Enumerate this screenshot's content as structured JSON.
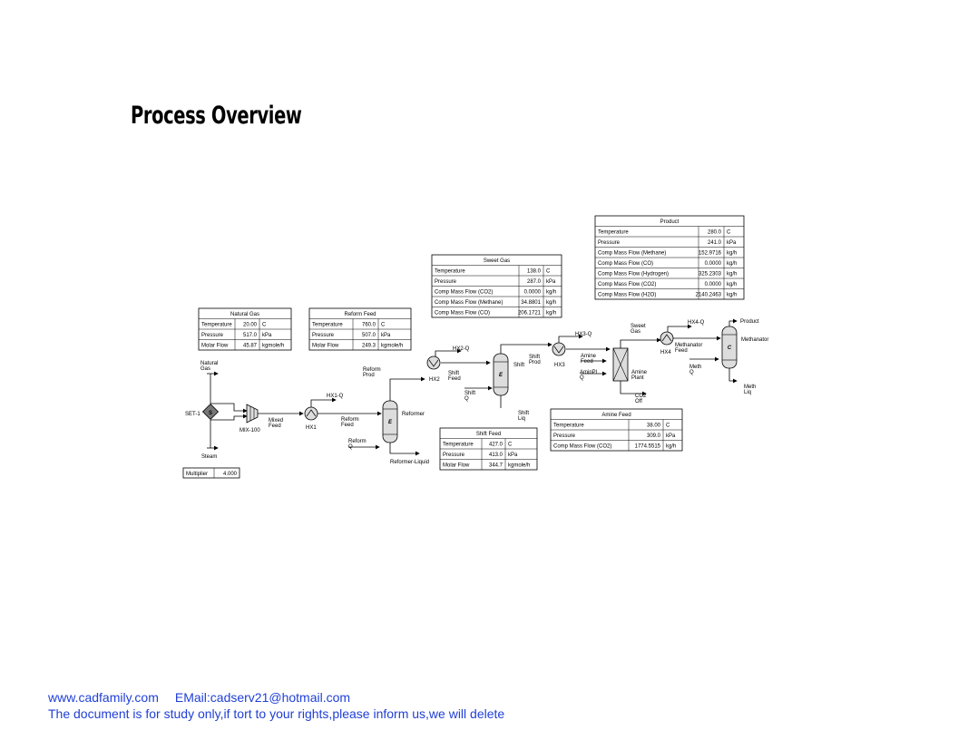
{
  "page_title": "Process Overview",
  "tables": {
    "natural_gas": {
      "title": "Natural Gas",
      "rows": [
        {
          "label": "Temperature",
          "value": "20.00",
          "unit": "C"
        },
        {
          "label": "Pressure",
          "value": "517.0",
          "unit": "kPa"
        },
        {
          "label": "Molar Flow",
          "value": "45.87",
          "unit": "kgmole/h"
        }
      ]
    },
    "reform_feed": {
      "title": "Reform Feed",
      "rows": [
        {
          "label": "Temperature",
          "value": "760.0",
          "unit": "C"
        },
        {
          "label": "Pressure",
          "value": "507.0",
          "unit": "kPa"
        },
        {
          "label": "Molar Flow",
          "value": "249.3",
          "unit": "kgmole/h"
        }
      ]
    },
    "sweet_gas": {
      "title": "Sweet Gas",
      "rows": [
        {
          "label": "Temperature",
          "value": "138.0",
          "unit": "C"
        },
        {
          "label": "Pressure",
          "value": "287.0",
          "unit": "kPa"
        },
        {
          "label": "Comp Mass Flow (CO2)",
          "value": "0.0000",
          "unit": "kg/h"
        },
        {
          "label": "Comp Mass Flow (Methane)",
          "value": "34.8801",
          "unit": "kg/h"
        },
        {
          "label": "Comp Mass Flow (CO)",
          "value": "206.1721",
          "unit": "kg/h"
        }
      ]
    },
    "product": {
      "title": "Product",
      "rows": [
        {
          "label": "Temperature",
          "value": "280.0",
          "unit": "C"
        },
        {
          "label": "Pressure",
          "value": "241.0",
          "unit": "kPa"
        },
        {
          "label": "Comp Mass Flow (Methane)",
          "value": "152.9716",
          "unit": "kg/h"
        },
        {
          "label": "Comp Mass Flow (CO)",
          "value": "0.0000",
          "unit": "kg/h"
        },
        {
          "label": "Comp Mass Flow (Hydrogen)",
          "value": "325.2303",
          "unit": "kg/h"
        },
        {
          "label": "Comp Mass Flow (CO2)",
          "value": "0.0000",
          "unit": "kg/h"
        },
        {
          "label": "Comp Mass Flow (H2O)",
          "value": "2140.2463",
          "unit": "kg/h"
        }
      ]
    },
    "shift_feed": {
      "title": "Shift Feed",
      "rows": [
        {
          "label": "Temperature",
          "value": "427.0",
          "unit": "C"
        },
        {
          "label": "Pressure",
          "value": "413.0",
          "unit": "kPa"
        },
        {
          "label": "Molar Flow",
          "value": "344.7",
          "unit": "kgmole/h"
        }
      ]
    },
    "amine_feed": {
      "title": "Amine Feed",
      "rows": [
        {
          "label": "Temperature",
          "value": "38.00",
          "unit": "C"
        },
        {
          "label": "Pressure",
          "value": "309.0",
          "unit": "kPa"
        },
        {
          "label": "Comp Mass Flow (CO2)",
          "value": "1774.5515",
          "unit": "kg/h"
        }
      ]
    },
    "multiplier": {
      "label": "Multiplier",
      "value": "4.000"
    }
  },
  "labels": {
    "natural_gas": [
      "Natural",
      "Gas"
    ],
    "set1": "SET-1",
    "set1_icon": "S",
    "steam": "Steam",
    "mix100": "MIX-100",
    "mixed_feed": [
      "Mixed",
      "Feed"
    ],
    "hx1": "HX1",
    "hx1q": "HX1-Q",
    "reform_feed": [
      "Reform",
      "Feed"
    ],
    "reform_q": [
      "Reform",
      "Q"
    ],
    "reformer": "Reformer",
    "reformer_icon": "E",
    "reformer_liquid": "Reformer-Liquid",
    "reform_prod": [
      "Reform",
      "Prod"
    ],
    "hx2q": "HX2-Q",
    "hx2": "HX2",
    "shift_feed": [
      "Shift",
      "Feed"
    ],
    "shift": "Shift",
    "shift_icon": "E",
    "shift_q": [
      "Shift",
      "Q"
    ],
    "shift_liq": [
      "Shift",
      "Liq"
    ],
    "shift_prod": [
      "Shift",
      "Prod"
    ],
    "hx3q": "HX3-Q",
    "hx3": "HX3",
    "amine_feed": [
      "Amine",
      "Feed"
    ],
    "aminpl_q": [
      "AminPl",
      "Q"
    ],
    "amine_plant": [
      "Amine",
      "Plant"
    ],
    "co2_off": [
      "CO2",
      "Off"
    ],
    "sweet_gas": [
      "Sweet",
      "Gas"
    ],
    "hx4q": "HX4-Q",
    "hx4": "HX4",
    "methanator_feed": [
      "Methanator",
      "Feed"
    ],
    "meth_q": [
      "Meth",
      "Q"
    ],
    "methanator": "Methanator",
    "methanator_icon": "C",
    "product": "Product",
    "meth_liq": [
      "Meth",
      "Liq"
    ]
  },
  "footer": {
    "website": "www.cadfamily.com",
    "email": "EMail:cadserv21@hotmail.com",
    "notice": "The document is for study only,if tort to your rights,please inform us,we will delete"
  }
}
